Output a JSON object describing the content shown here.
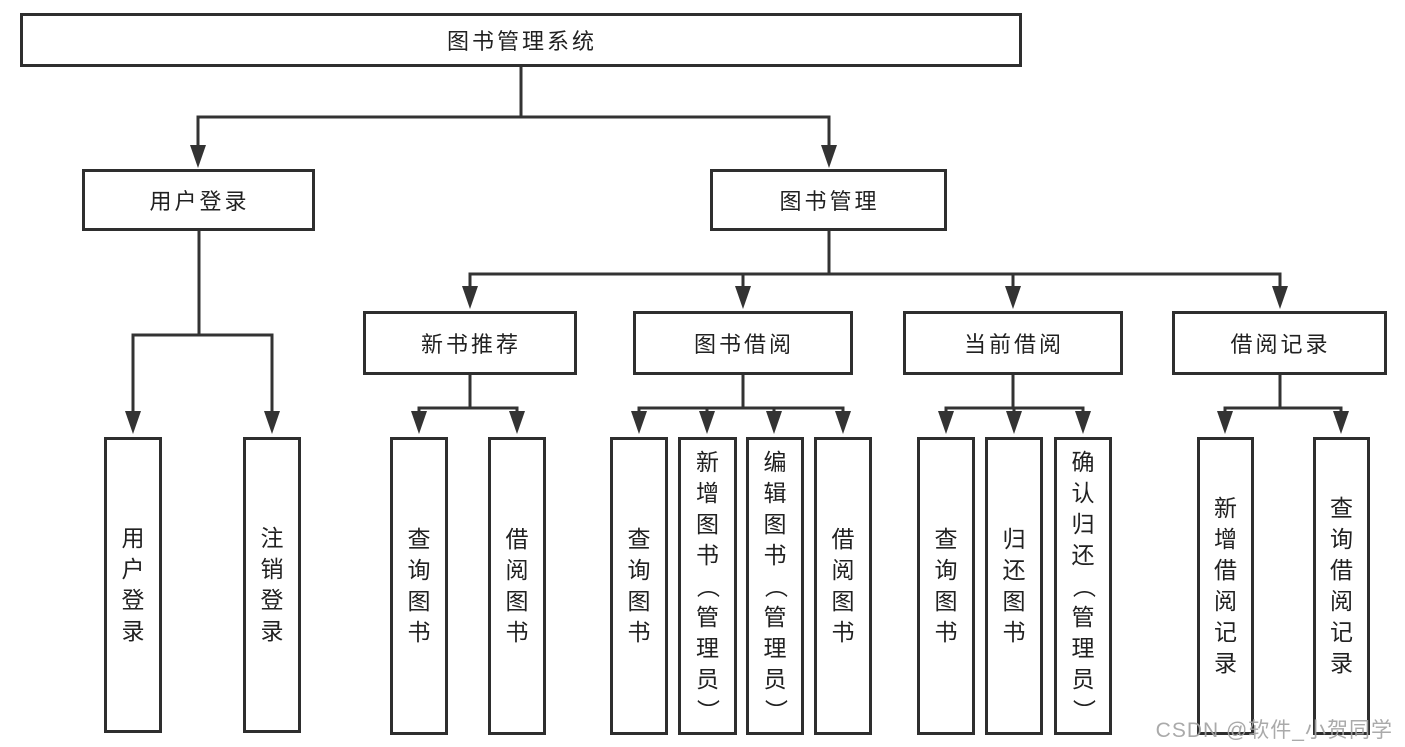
{
  "diagram": {
    "title": "图书管理系统",
    "branches": [
      {
        "label": "用户登录",
        "children": [
          "用户登录",
          "注销登录"
        ]
      },
      {
        "label": "图书管理",
        "children": [
          {
            "label": "新书推荐",
            "children": [
              "查询图书",
              "借阅图书"
            ]
          },
          {
            "label": "图书借阅",
            "children": [
              "查询图书",
              "新增图书（管理员）",
              "编辑图书（管理员）",
              "借阅图书"
            ]
          },
          {
            "label": "当前借阅",
            "children": [
              "查询图书",
              "归还图书",
              "确认归还（管理员）"
            ]
          },
          {
            "label": "借阅记录",
            "children": [
              "新增借阅记录",
              "查询借阅记录"
            ]
          }
        ]
      }
    ]
  },
  "watermark": "CSDN @软件_小贺同学",
  "colors": {
    "background": "#ffffff",
    "box_border": "#2e2e2e",
    "box_fill": "#ffffff",
    "connector_line": "#333333",
    "text": "#212121",
    "watermark_text": "#a3a3a3"
  }
}
